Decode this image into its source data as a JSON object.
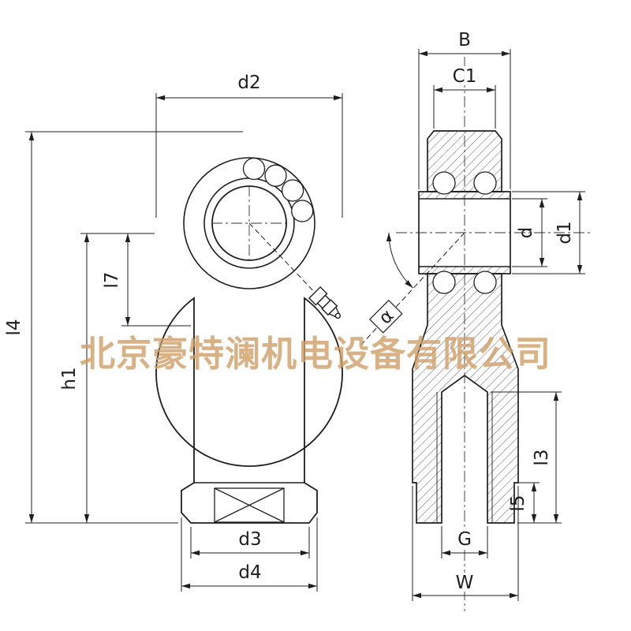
{
  "meta": {
    "background_color": "#ffffff",
    "line_color": "#1e1e1e",
    "watermark_color": "#ce9e66",
    "drawing_type": "rod-end-bearing-two-view-dimension-drawing"
  },
  "watermark": {
    "text": "北京豪特澜机电设备有限公司"
  },
  "front_view": {
    "dims": {
      "d2": "d2",
      "l7": "l7",
      "l4": "l4",
      "h1": "h1",
      "d3": "d3",
      "d4": "d4"
    }
  },
  "side_view": {
    "dims": {
      "B": "B",
      "C1": "C1",
      "d": "d",
      "d1": "d1",
      "alpha": "α",
      "l3": "l3",
      "l5": "l5",
      "G": "G",
      "W": "W"
    }
  }
}
